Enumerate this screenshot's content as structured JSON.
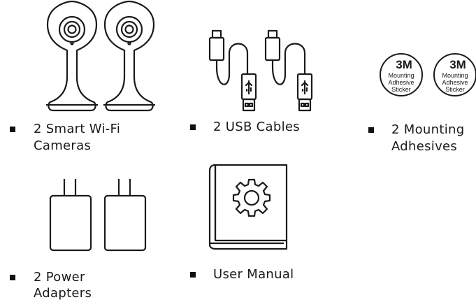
{
  "items": [
    {
      "id": "cameras",
      "line1": "2 Smart Wi-Fi",
      "line2": "Cameras"
    },
    {
      "id": "usb",
      "line1": "2 USB Cables",
      "line2": ""
    },
    {
      "id": "adhesives",
      "line1": "2 Mounting",
      "line2": "Adhesives"
    },
    {
      "id": "adapters",
      "line1": "2 Power",
      "line2": "Adapters"
    },
    {
      "id": "manual",
      "line1": "User Manual",
      "line2": ""
    }
  ],
  "sticker": {
    "brand": "3M",
    "line1": "Mounting",
    "line2": "Adhesive",
    "line3": "Sticker"
  }
}
